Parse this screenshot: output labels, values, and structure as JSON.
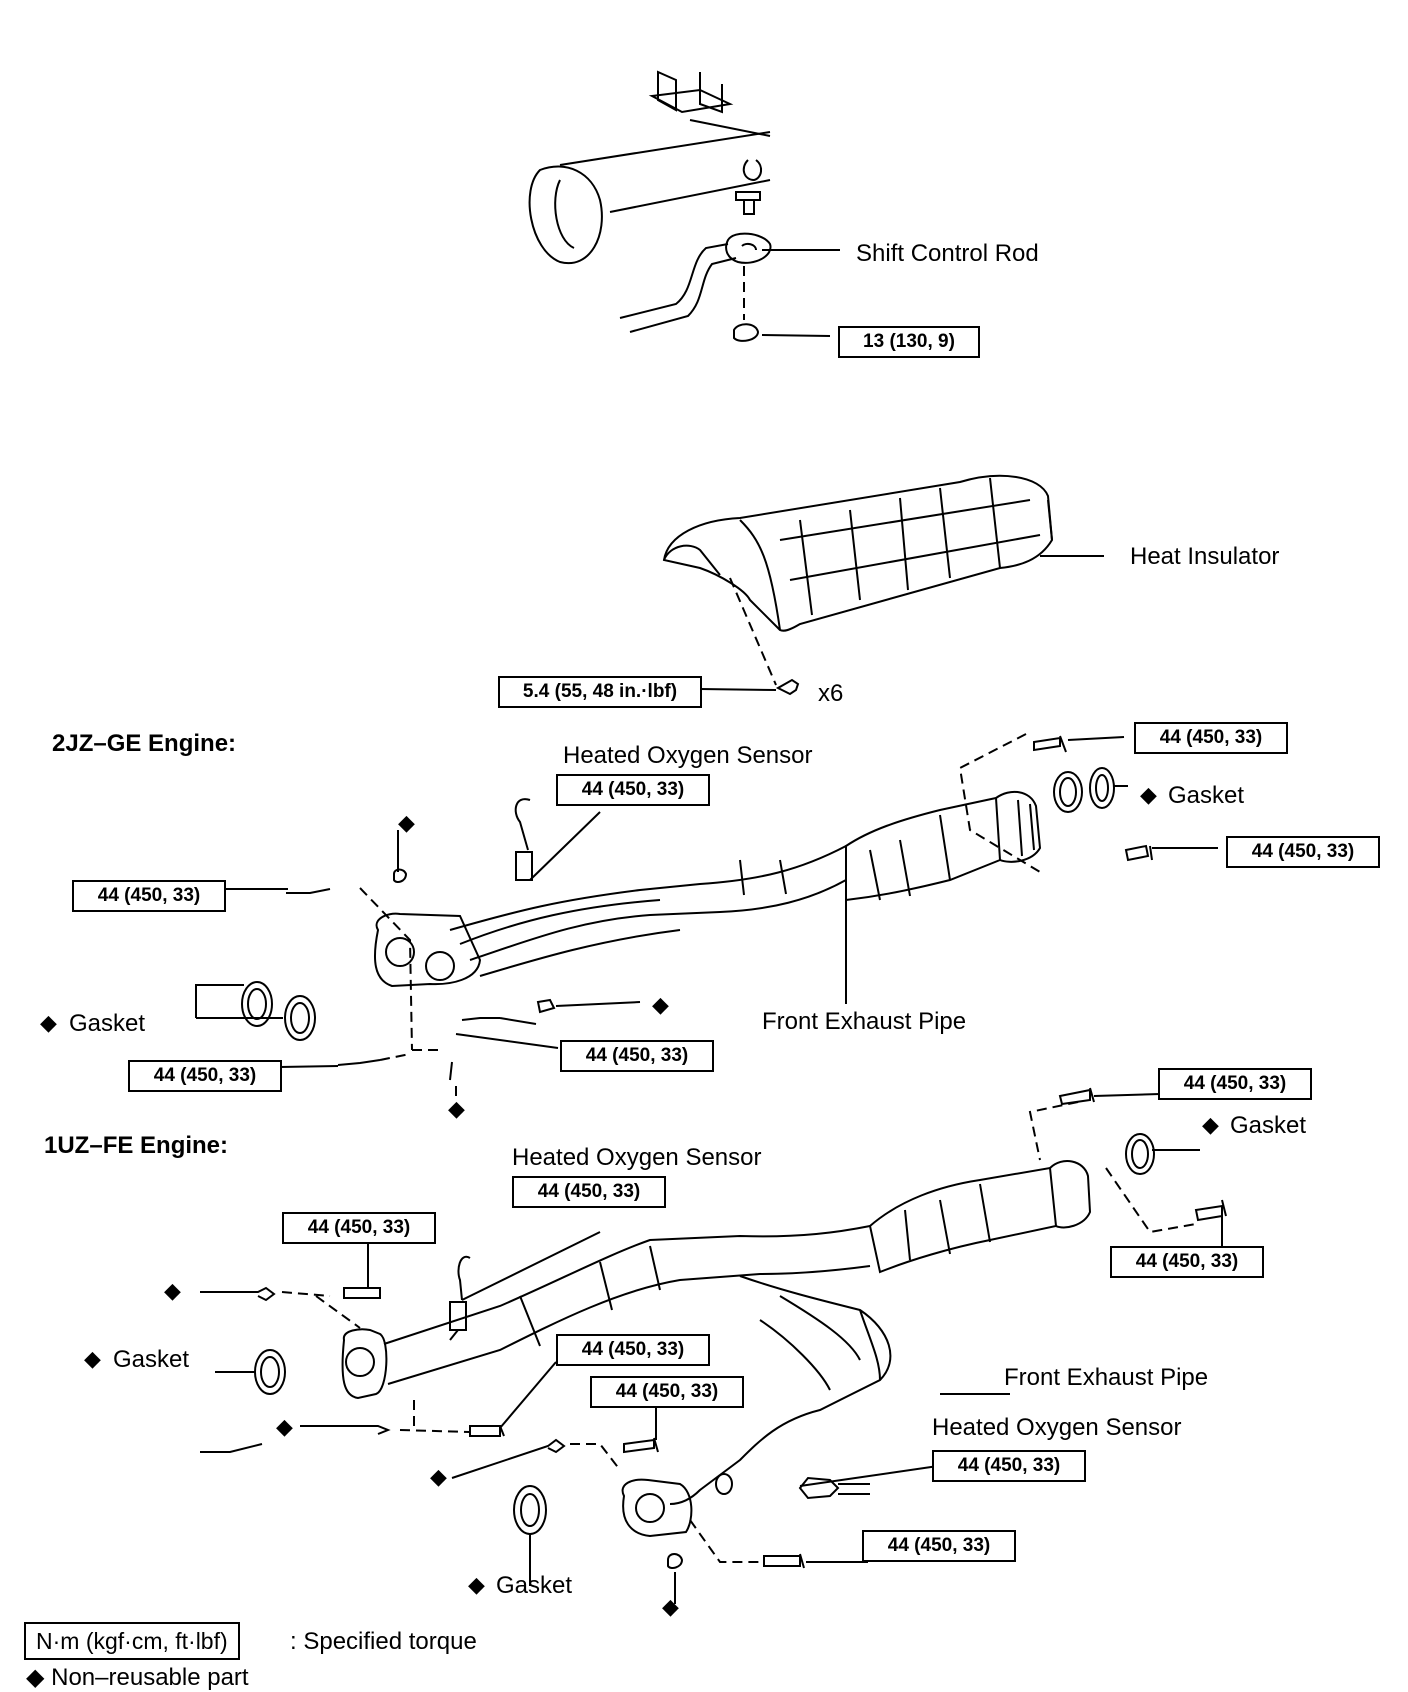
{
  "labels": {
    "shift_control_rod": "Shift Control Rod",
    "heat_insulator": "Heat Insulator",
    "x6": "x6",
    "engine_2jz": "2JZ–GE Engine:",
    "engine_1uz": "1UZ–FE Engine:",
    "heated_oxygen_sensor": "Heated Oxygen Sensor",
    "gasket": "Gasket",
    "front_exhaust_pipe": "Front Exhaust Pipe"
  },
  "torque": {
    "t13": "13 (130, 9)",
    "t54": "5.4 (55, 48 in.·lbf)",
    "t44": "44 (450, 33)"
  },
  "symbols": {
    "non_reusable": "◆"
  },
  "legend": {
    "torque_unit": "N·m (kgf·cm, ft·lbf)",
    "torque_desc": ": Specified torque",
    "non_reusable": "◆ Non–reusable part"
  }
}
